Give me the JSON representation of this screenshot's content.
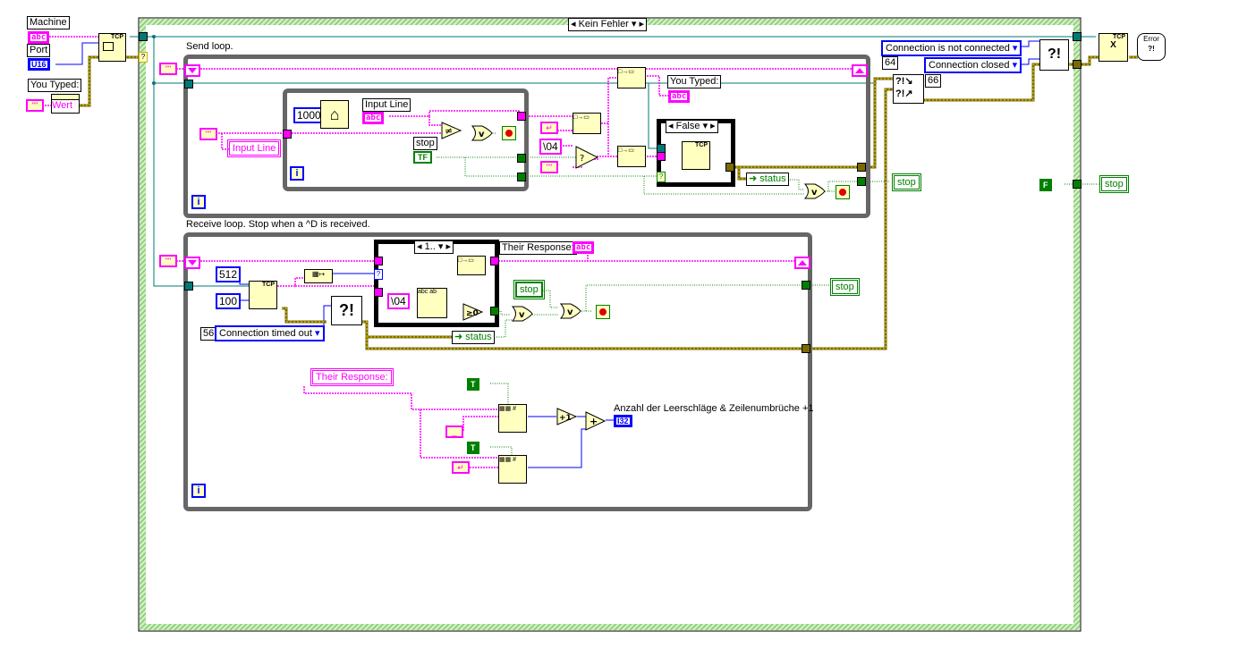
{
  "diagram": {
    "title": "TCP chat block diagram (LabVIEW)",
    "outer_case_selector": "Kein Fehler",
    "inputs": {
      "machine_label": "Machine",
      "machine_type": "abc",
      "port_label": "Port",
      "port_type": "U16",
      "you_typed_label": "You Typed:",
      "you_typed_property": "Wert",
      "empty_string": "\"\""
    },
    "send_loop": {
      "comment": "Send loop.",
      "inner_wait_ms": "1000",
      "input_line_label": "Input Line",
      "input_line_type": "abc",
      "input_line_local": "Input Line",
      "stop_label": "stop",
      "stop_type": "TF",
      "eot_const": "\\04",
      "empty_string": "\"\"",
      "you_typed_indicator_label": "You Typed:",
      "you_typed_indicator_type": "abc",
      "inner_case_selector": "False",
      "status_label": "status",
      "stop_local": "stop",
      "gate_not_equal": "≠",
      "gate_or": "v",
      "select_symbol": "?"
    },
    "receive_loop": {
      "comment": "Receive loop.  Stop when a ^D is received.",
      "bytes_to_read": "512",
      "timeout_ms": "100",
      "error_code": "56",
      "error_enum": "Connection timed out",
      "inner_case_selector": "1..",
      "eot_const": "\\04",
      "compare_gte0": "≥0",
      "their_response_label": "Their Response:",
      "their_response_type": "abc",
      "stop_control": "stop",
      "stop_local": "stop",
      "status_label": "status",
      "their_response_local": "Their Response:",
      "true_const_1": "T",
      "true_const_2": "T",
      "space_const": "_",
      "newline_const": "↵",
      "increment": "+1",
      "add": "+",
      "count_label": "Anzahl der Leerschläge & Zeilenumbrüche +1",
      "count_type": "I32"
    },
    "right_side": {
      "error_enum_1": "Connection is not connected",
      "error_code_1": "64",
      "error_enum_2": "Connection closed",
      "error_code_2": "66",
      "error_handler_label": "Error",
      "false_const": "F",
      "stop_local": "stop"
    },
    "colors": {
      "string_wire": "#ff00ff",
      "numeric_wire": "#0000ff",
      "boolean_wire": "#008000",
      "refnum_wire": "#007878",
      "error_wire": "#c8b400",
      "loop_border": "#666666",
      "case_border_fill": "#b0e0a0"
    }
  }
}
